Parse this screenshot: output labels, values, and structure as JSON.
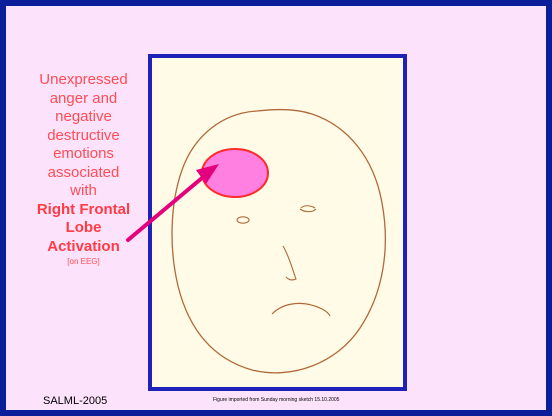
{
  "slide": {
    "description_lines": [
      "Unexpressed",
      "anger and",
      "negative",
      "destructive",
      "emotions",
      "associated",
      "with"
    ],
    "highlight_lines": [
      "Right Frontal",
      "Lobe",
      "Activation"
    ],
    "eeg_note": "[on EEG]",
    "footer": "SALML-2005",
    "caption": "Figure imported from Sunday morning sketch 15.10.2005"
  },
  "colors": {
    "slide_bg": "#fde2fb",
    "slide_border": "#0b1f9a",
    "text_accent": "#ff4d55",
    "arrow": "#e4007c",
    "lobe_fill": "#ff80e0",
    "lobe_stroke": "#ff2a2a",
    "sketch_stroke": "#b0693a"
  }
}
